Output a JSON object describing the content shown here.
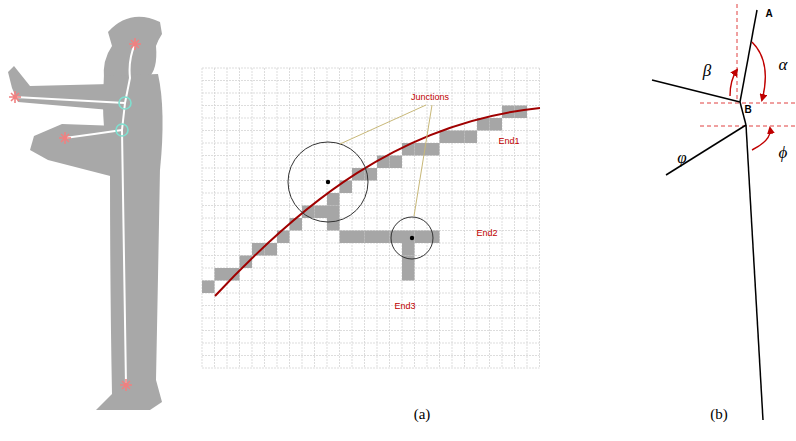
{
  "diagram": {
    "labels": [
      "Junctions",
      "End1",
      "End2",
      "End3",
      "A",
      "B",
      "α",
      "β",
      "φ",
      "ϕ",
      "(a)",
      "(b)"
    ]
  }
}
